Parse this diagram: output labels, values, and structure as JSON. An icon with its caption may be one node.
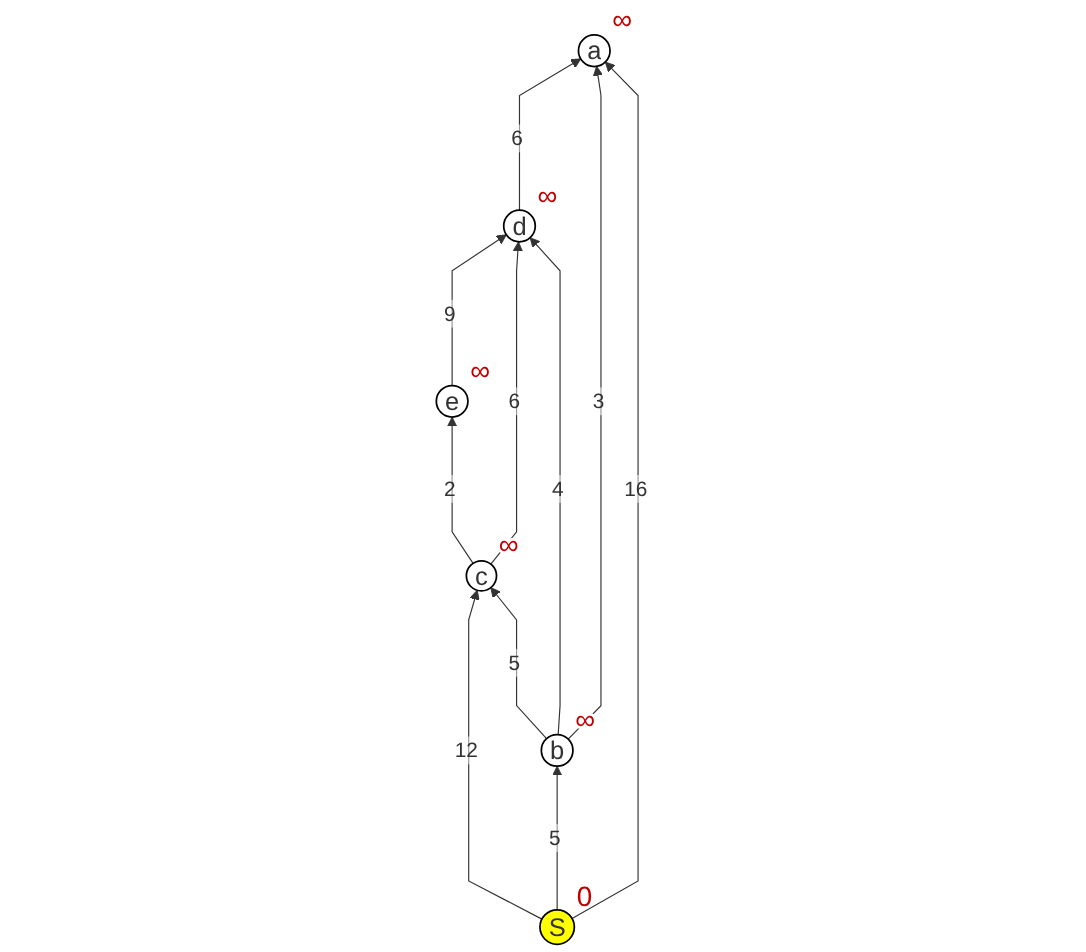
{
  "diagram": {
    "nodes": [
      {
        "text": [
          "e"
        ],
        "beside": [
          "∞"
        ]
      },
      {
        "text": [
          "c"
        ],
        "beside": [
          "∞"
        ]
      },
      {
        "text": [
          "d"
        ],
        "beside": [
          "∞"
        ]
      },
      {
        "text": [
          "b"
        ],
        "beside": [
          "∞"
        ]
      },
      {
        "text": [
          "S"
        ],
        "beside": [
          "0"
        ]
      },
      {
        "text": [
          "a"
        ],
        "beside": [
          "∞"
        ]
      }
    ],
    "edges": [
      {
        "from": 1,
        "to": 0,
        "arrow": "to",
        "label": "2"
      },
      {
        "from": 0,
        "to": 2,
        "arrow": "to",
        "label": "9"
      },
      {
        "from": 1,
        "to": 2,
        "arrow": "to",
        "label": "6"
      },
      {
        "from": 3,
        "to": 1,
        "arrow": "to",
        "label": "5"
      },
      {
        "from": 3,
        "to": 2,
        "arrow": "to",
        "label": "4"
      },
      {
        "from": 2,
        "to": 5,
        "arrow": "to",
        "label": "6"
      },
      {
        "from": 3,
        "to": 5,
        "arrow": "to",
        "label": "3"
      },
      {
        "from": 4,
        "to": 1,
        "arrow": "to",
        "label": "12"
      },
      {
        "from": 4,
        "to": 3,
        "arrow": "to",
        "label": "5"
      },
      {
        "from": 4,
        "to": 5,
        "arrow": "to",
        "label": "16"
      }
    ]
  }
}
